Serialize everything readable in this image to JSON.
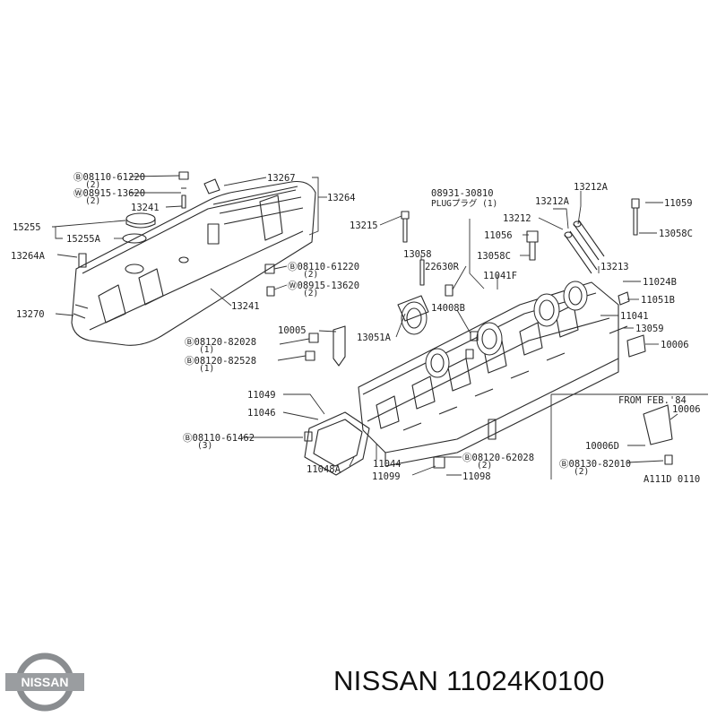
{
  "callouts": [
    {
      "id": "08110-61220",
      "text": "Ⓑ08110-61220",
      "sub": "(2)"
    },
    {
      "id": "08915-13620",
      "text": "Ⓦ08915-13620",
      "sub": "(2)"
    },
    {
      "id": "13267",
      "text": "13267"
    },
    {
      "id": "13264",
      "text": "13264"
    },
    {
      "id": "13241",
      "text": "13241"
    },
    {
      "id": "15255",
      "text": "15255"
    },
    {
      "id": "15255A",
      "text": "15255A"
    },
    {
      "id": "13264A",
      "text": "13264A"
    },
    {
      "id": "13270",
      "text": "13270"
    },
    {
      "id": "08110-61220-b",
      "text": "Ⓑ08110-61220",
      "sub": "(2)"
    },
    {
      "id": "08915-13620-b",
      "text": "Ⓦ08915-13620",
      "sub": "(2)"
    },
    {
      "id": "13241-b",
      "text": "13241"
    },
    {
      "id": "10005",
      "text": "10005"
    },
    {
      "id": "08120-82028",
      "text": "Ⓑ08120-82028",
      "sub": "(1)"
    },
    {
      "id": "08120-82528",
      "text": "Ⓑ08120-82528",
      "sub": "(1)"
    },
    {
      "id": "13215",
      "text": "13215"
    },
    {
      "id": "08931-30810",
      "text": "08931-30810",
      "sub": "PLUGプラグ (1)"
    },
    {
      "id": "13058",
      "text": "13058"
    },
    {
      "id": "22630R",
      "text": "22630R"
    },
    {
      "id": "13058C",
      "text": "13058C"
    },
    {
      "id": "11056",
      "text": "11056"
    },
    {
      "id": "13212A-a",
      "text": "13212A"
    },
    {
      "id": "13212A-b",
      "text": "13212A"
    },
    {
      "id": "13212",
      "text": "13212"
    },
    {
      "id": "11059",
      "text": "11059"
    },
    {
      "id": "13058C-b",
      "text": "13058C"
    },
    {
      "id": "13213",
      "text": "13213"
    },
    {
      "id": "11041F",
      "text": "11041F"
    },
    {
      "id": "14008B",
      "text": "14008B"
    },
    {
      "id": "11024B",
      "text": "11024B"
    },
    {
      "id": "11051B",
      "text": "11051B"
    },
    {
      "id": "11041",
      "text": "11041"
    },
    {
      "id": "13059",
      "text": "13059"
    },
    {
      "id": "10006",
      "text": "10006"
    },
    {
      "id": "13051A",
      "text": "13051A"
    },
    {
      "id": "11049",
      "text": "11049"
    },
    {
      "id": "11046",
      "text": "11046"
    },
    {
      "id": "08110-61462",
      "text": "Ⓑ08110-61462",
      "sub": "(3)"
    },
    {
      "id": "11048A",
      "text": "11048A"
    },
    {
      "id": "11044",
      "text": "11044"
    },
    {
      "id": "11099",
      "text": "11099"
    },
    {
      "id": "11098",
      "text": "11098"
    },
    {
      "id": "08120-62028",
      "text": "Ⓑ08120-62028",
      "sub": "(2)"
    },
    {
      "id": "from-feb-84",
      "text": "FROM FEB.'84"
    },
    {
      "id": "10006-b",
      "text": "10006"
    },
    {
      "id": "10006D",
      "text": "10006D"
    },
    {
      "id": "08130-82010",
      "text": "Ⓑ08130-82010",
      "sub": "(2)"
    },
    {
      "id": "ref-code",
      "text": "A111D 0110"
    }
  ],
  "brand": {
    "logo_text": "NISSAN",
    "colors": {
      "logo_ring": "#8a8d90",
      "logo_bar": "#9a9da0",
      "logo_text": "#ffffff"
    }
  },
  "footer": {
    "part_number": "NISSAN 11024K0100"
  }
}
